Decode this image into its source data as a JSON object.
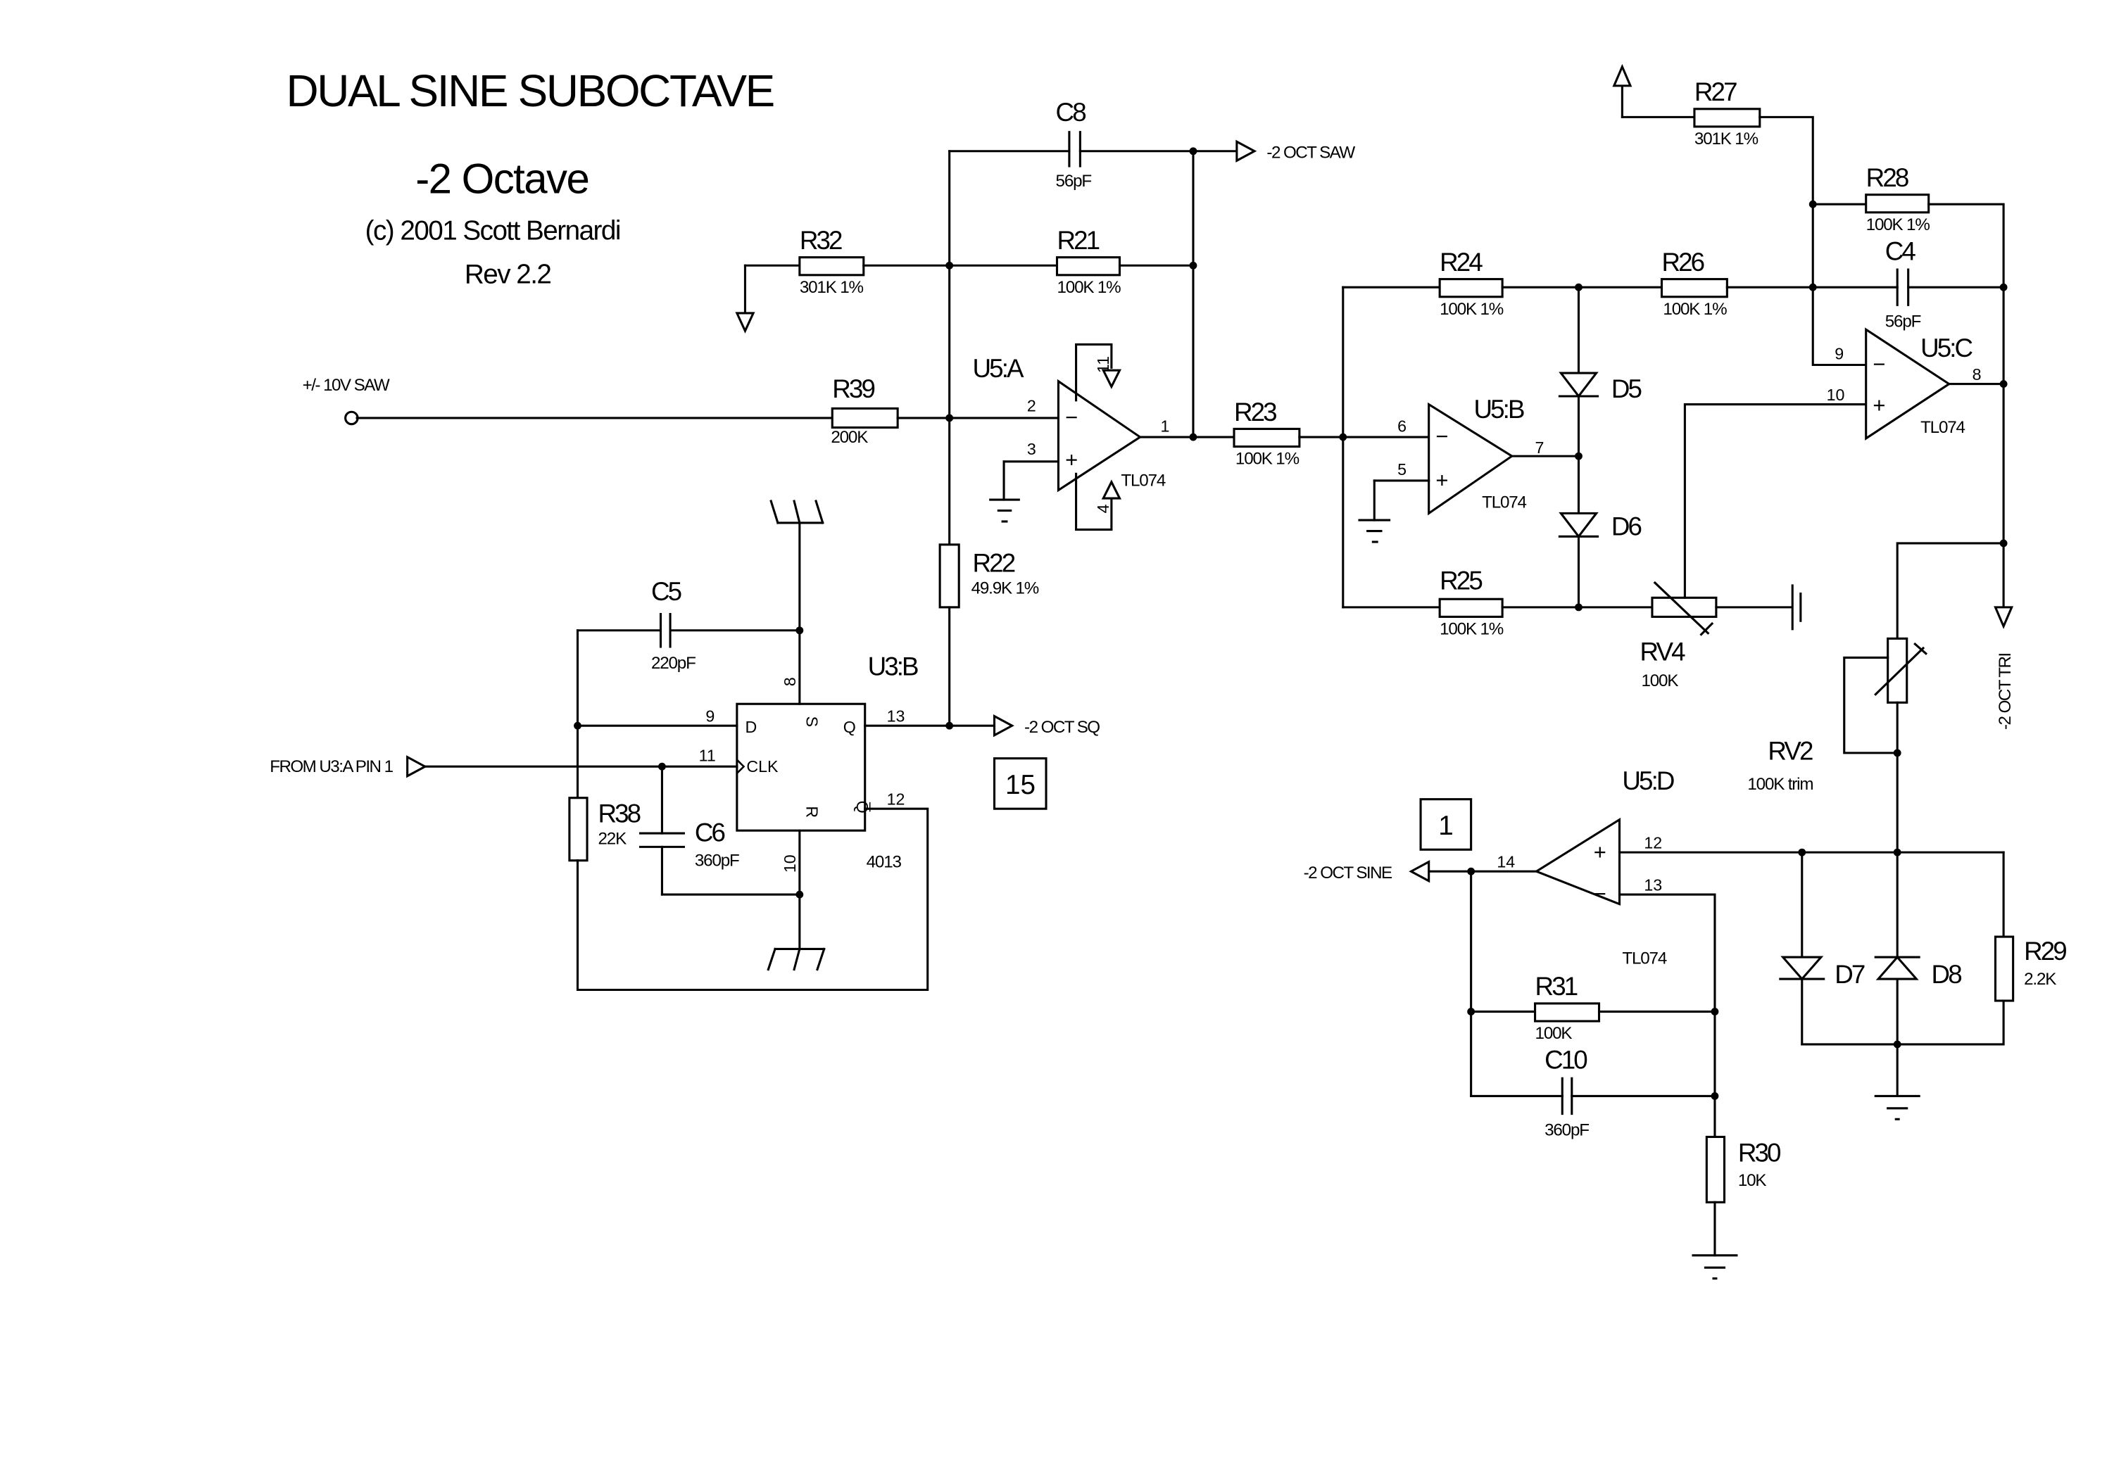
{
  "title": {
    "main": "DUAL SINE SUBOCTAVE",
    "subtitle": "-2 Octave",
    "copyright": "(c) 2001 Scott Bernardi",
    "revision": "Rev 2.2"
  },
  "nets": {
    "input_saw": "+/- 10V SAW",
    "out_saw": "-2 OCT SAW",
    "out_sq": "-2 OCT SQ",
    "out_tri": "-2 OCT TRI",
    "out_sine": "-2 OCT SINE",
    "from_u3a": "FROM U3:A PIN 1"
  },
  "sheet_refs": {
    "sq_ref": "15",
    "sine_ref": "1"
  },
  "resistors": {
    "R21": {
      "ref": "R21",
      "value": "100K 1%"
    },
    "R22": {
      "ref": "R22",
      "value": "49.9K 1%"
    },
    "R23": {
      "ref": "R23",
      "value": "100K 1%"
    },
    "R24": {
      "ref": "R24",
      "value": "100K 1%"
    },
    "R25": {
      "ref": "R25",
      "value": "100K 1%"
    },
    "R26": {
      "ref": "R26",
      "value": "100K 1%"
    },
    "R27": {
      "ref": "R27",
      "value": "301K 1%"
    },
    "R28": {
      "ref": "R28",
      "value": "100K 1%"
    },
    "R29": {
      "ref": "R29",
      "value": "2.2K"
    },
    "R30": {
      "ref": "R30",
      "value": "10K"
    },
    "R31": {
      "ref": "R31",
      "value": "100K"
    },
    "R32": {
      "ref": "R32",
      "value": "301K 1%"
    },
    "R38": {
      "ref": "R38",
      "value": "22K"
    },
    "R39": {
      "ref": "R39",
      "value": "200K"
    }
  },
  "capacitors": {
    "C4": {
      "ref": "C4",
      "value": "56pF"
    },
    "C5": {
      "ref": "C5",
      "value": "220pF"
    },
    "C6": {
      "ref": "C6",
      "value": "360pF"
    },
    "C8": {
      "ref": "C8",
      "value": "56pF"
    },
    "C10": {
      "ref": "C10",
      "value": "360pF"
    }
  },
  "pots": {
    "RV2": {
      "ref": "RV2",
      "value": "100K trim"
    },
    "RV4": {
      "ref": "RV4",
      "value": "100K"
    }
  },
  "diodes": {
    "D5": "D5",
    "D6": "D6",
    "D7": "D7",
    "D8": "D8"
  },
  "opamps": {
    "U5A": {
      "ref": "U5:A",
      "part": "TL074",
      "pin_inv": "2",
      "pin_noninv": "3",
      "pin_out": "1",
      "pin_vpos": "11",
      "pin_vneg": "4"
    },
    "U5B": {
      "ref": "U5:B",
      "part": "TL074",
      "pin_inv": "6",
      "pin_noninv": "5",
      "pin_out": "7"
    },
    "U5C": {
      "ref": "U5:C",
      "part": "TL074",
      "pin_inv": "9",
      "pin_noninv": "10",
      "pin_out": "8"
    },
    "U5D": {
      "ref": "U5:D",
      "part": "TL074",
      "pin_noninv": "12",
      "pin_inv": "13",
      "pin_out": "14"
    }
  },
  "flipflop": {
    "ref": "U3:B",
    "part": "4013",
    "labels": {
      "d": "D",
      "clk": "CLK",
      "s": "S",
      "r": "R",
      "q": "Q",
      "qbar": "Q̅"
    },
    "pins": {
      "d": "9",
      "clk": "11",
      "s": "8",
      "r": "10",
      "q": "13",
      "qbar": "12"
    }
  },
  "signs": {
    "minus": "−",
    "plus": "+"
  }
}
